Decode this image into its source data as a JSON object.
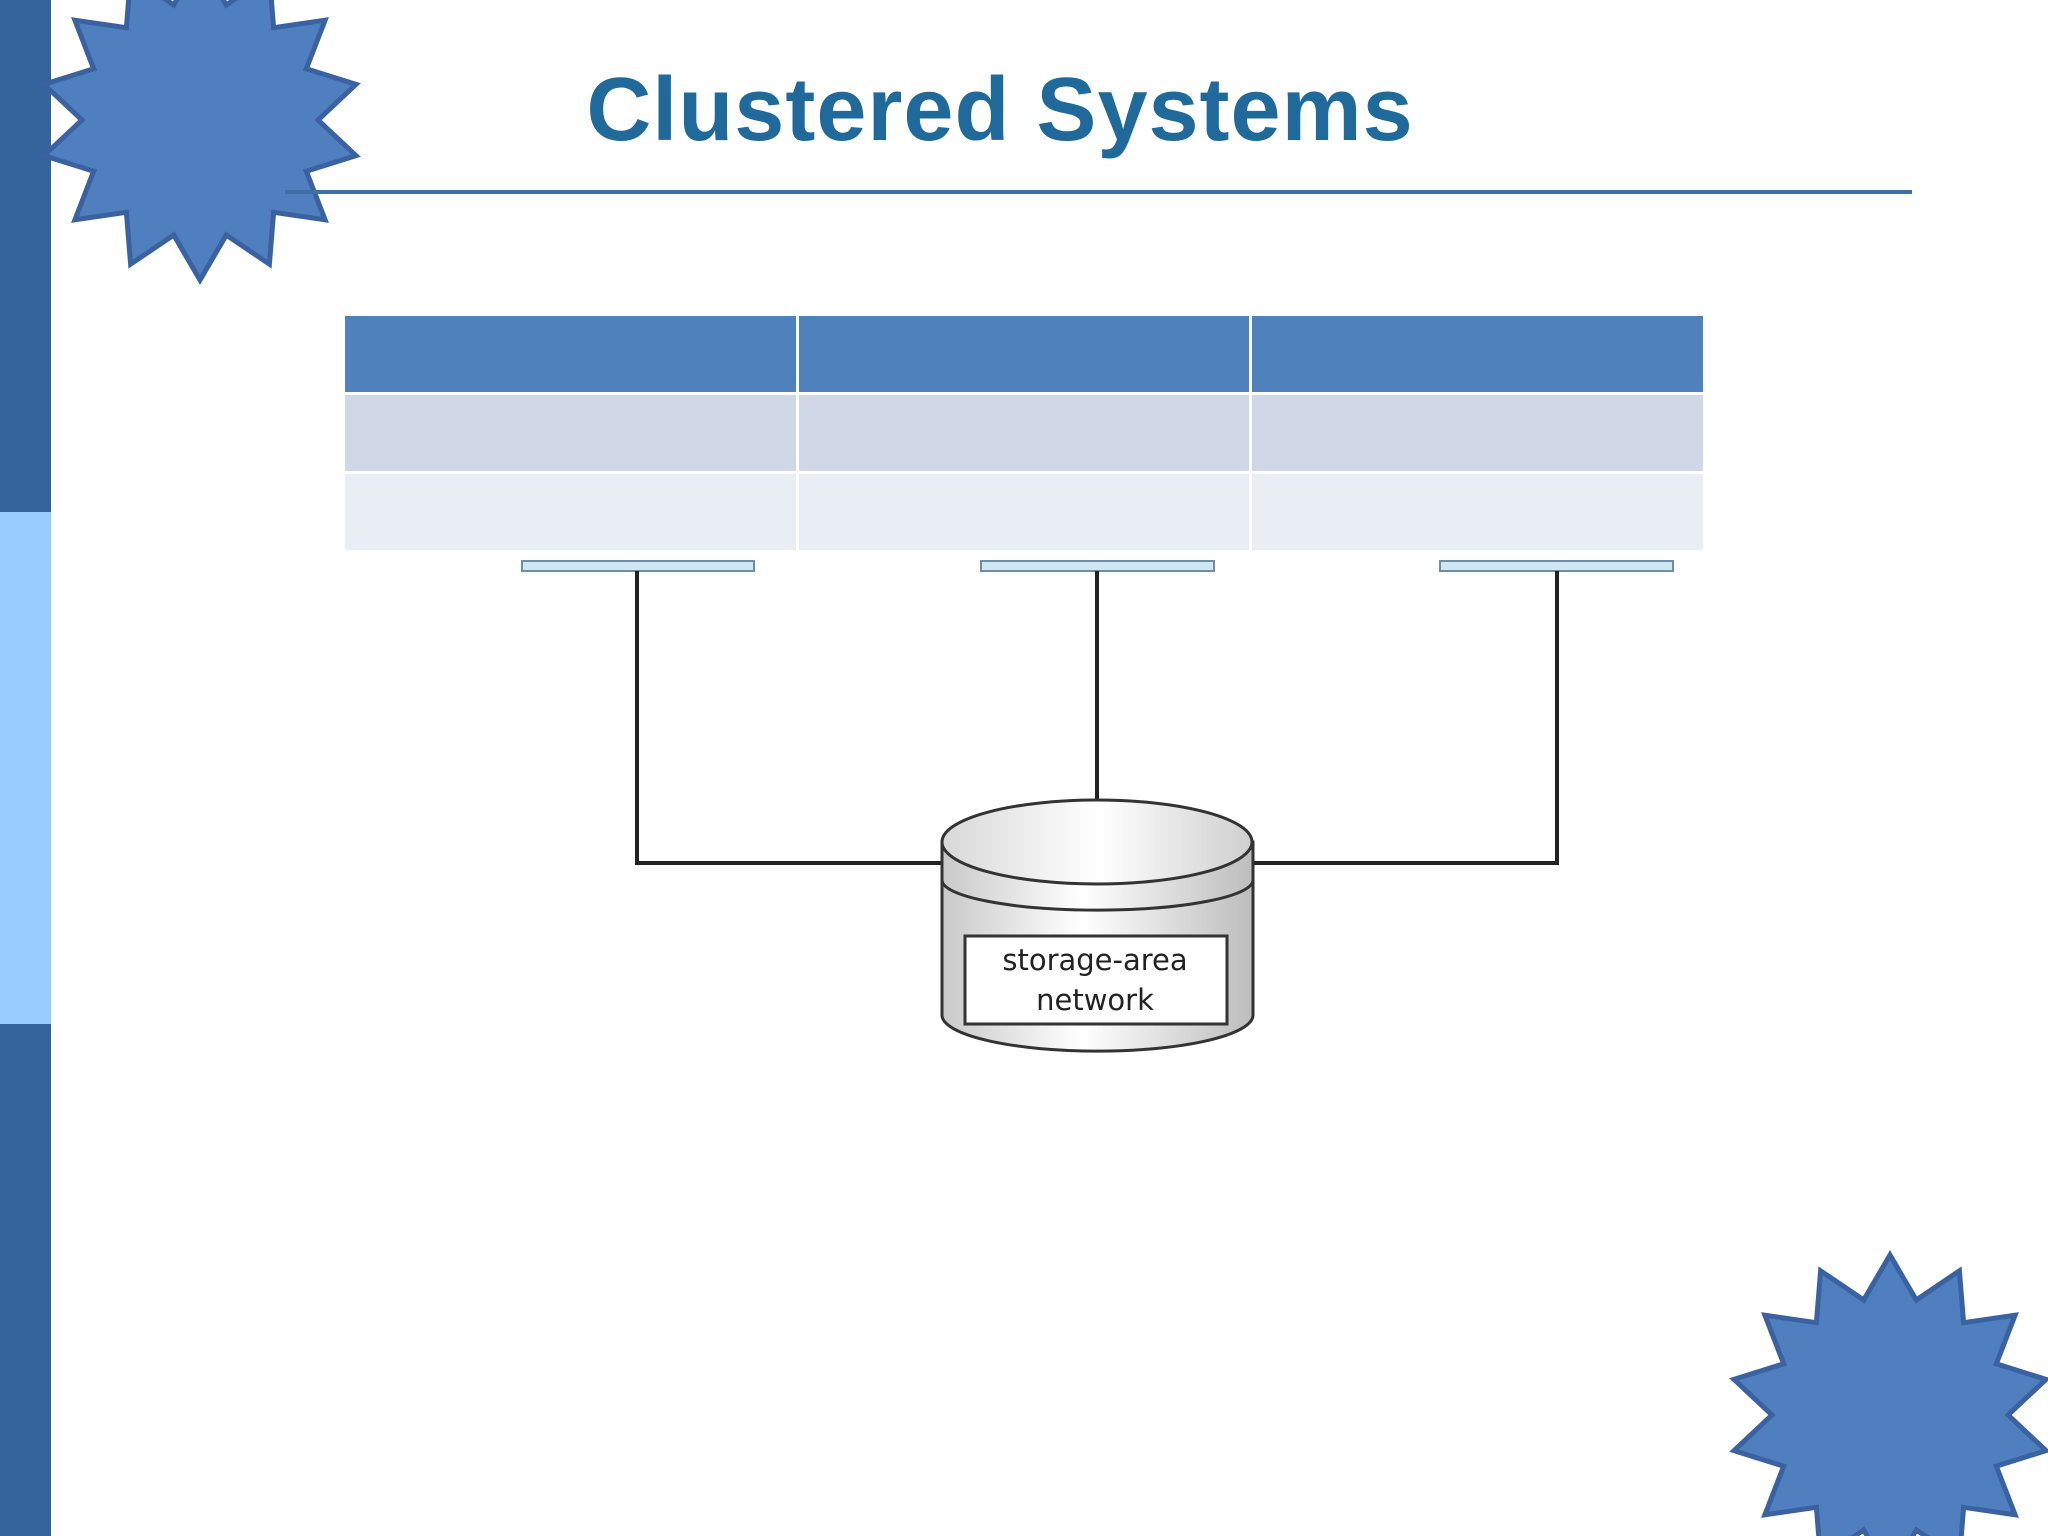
{
  "slide": {
    "title": "Clustered Systems",
    "colors": {
      "title": "#1f6a9a",
      "rule": "#3d6ea6",
      "bar_dark": "#35649d",
      "bar_light": "#99ccff",
      "star_fill": "#4f7fbf",
      "star_stroke": "#3a62a0",
      "table_header": "#4f81bd",
      "table_row1": "#d0d8e8",
      "table_row2": "#e9edf4",
      "computer_strip": "#cfe6f3",
      "line": "#222222"
    }
  },
  "table": {
    "rows": [
      {
        "kind": "header",
        "cells": [
          "",
          "",
          ""
        ]
      },
      {
        "kind": "band1",
        "cells": [
          "",
          "",
          ""
        ]
      },
      {
        "kind": "band2",
        "cells": [
          "",
          "",
          ""
        ]
      }
    ]
  },
  "diagram": {
    "storage_label_line1": "storage-area",
    "storage_label_line2": "network",
    "icons": {
      "storage": "disk-cylinder-icon",
      "decoration": "starburst-icon"
    }
  }
}
